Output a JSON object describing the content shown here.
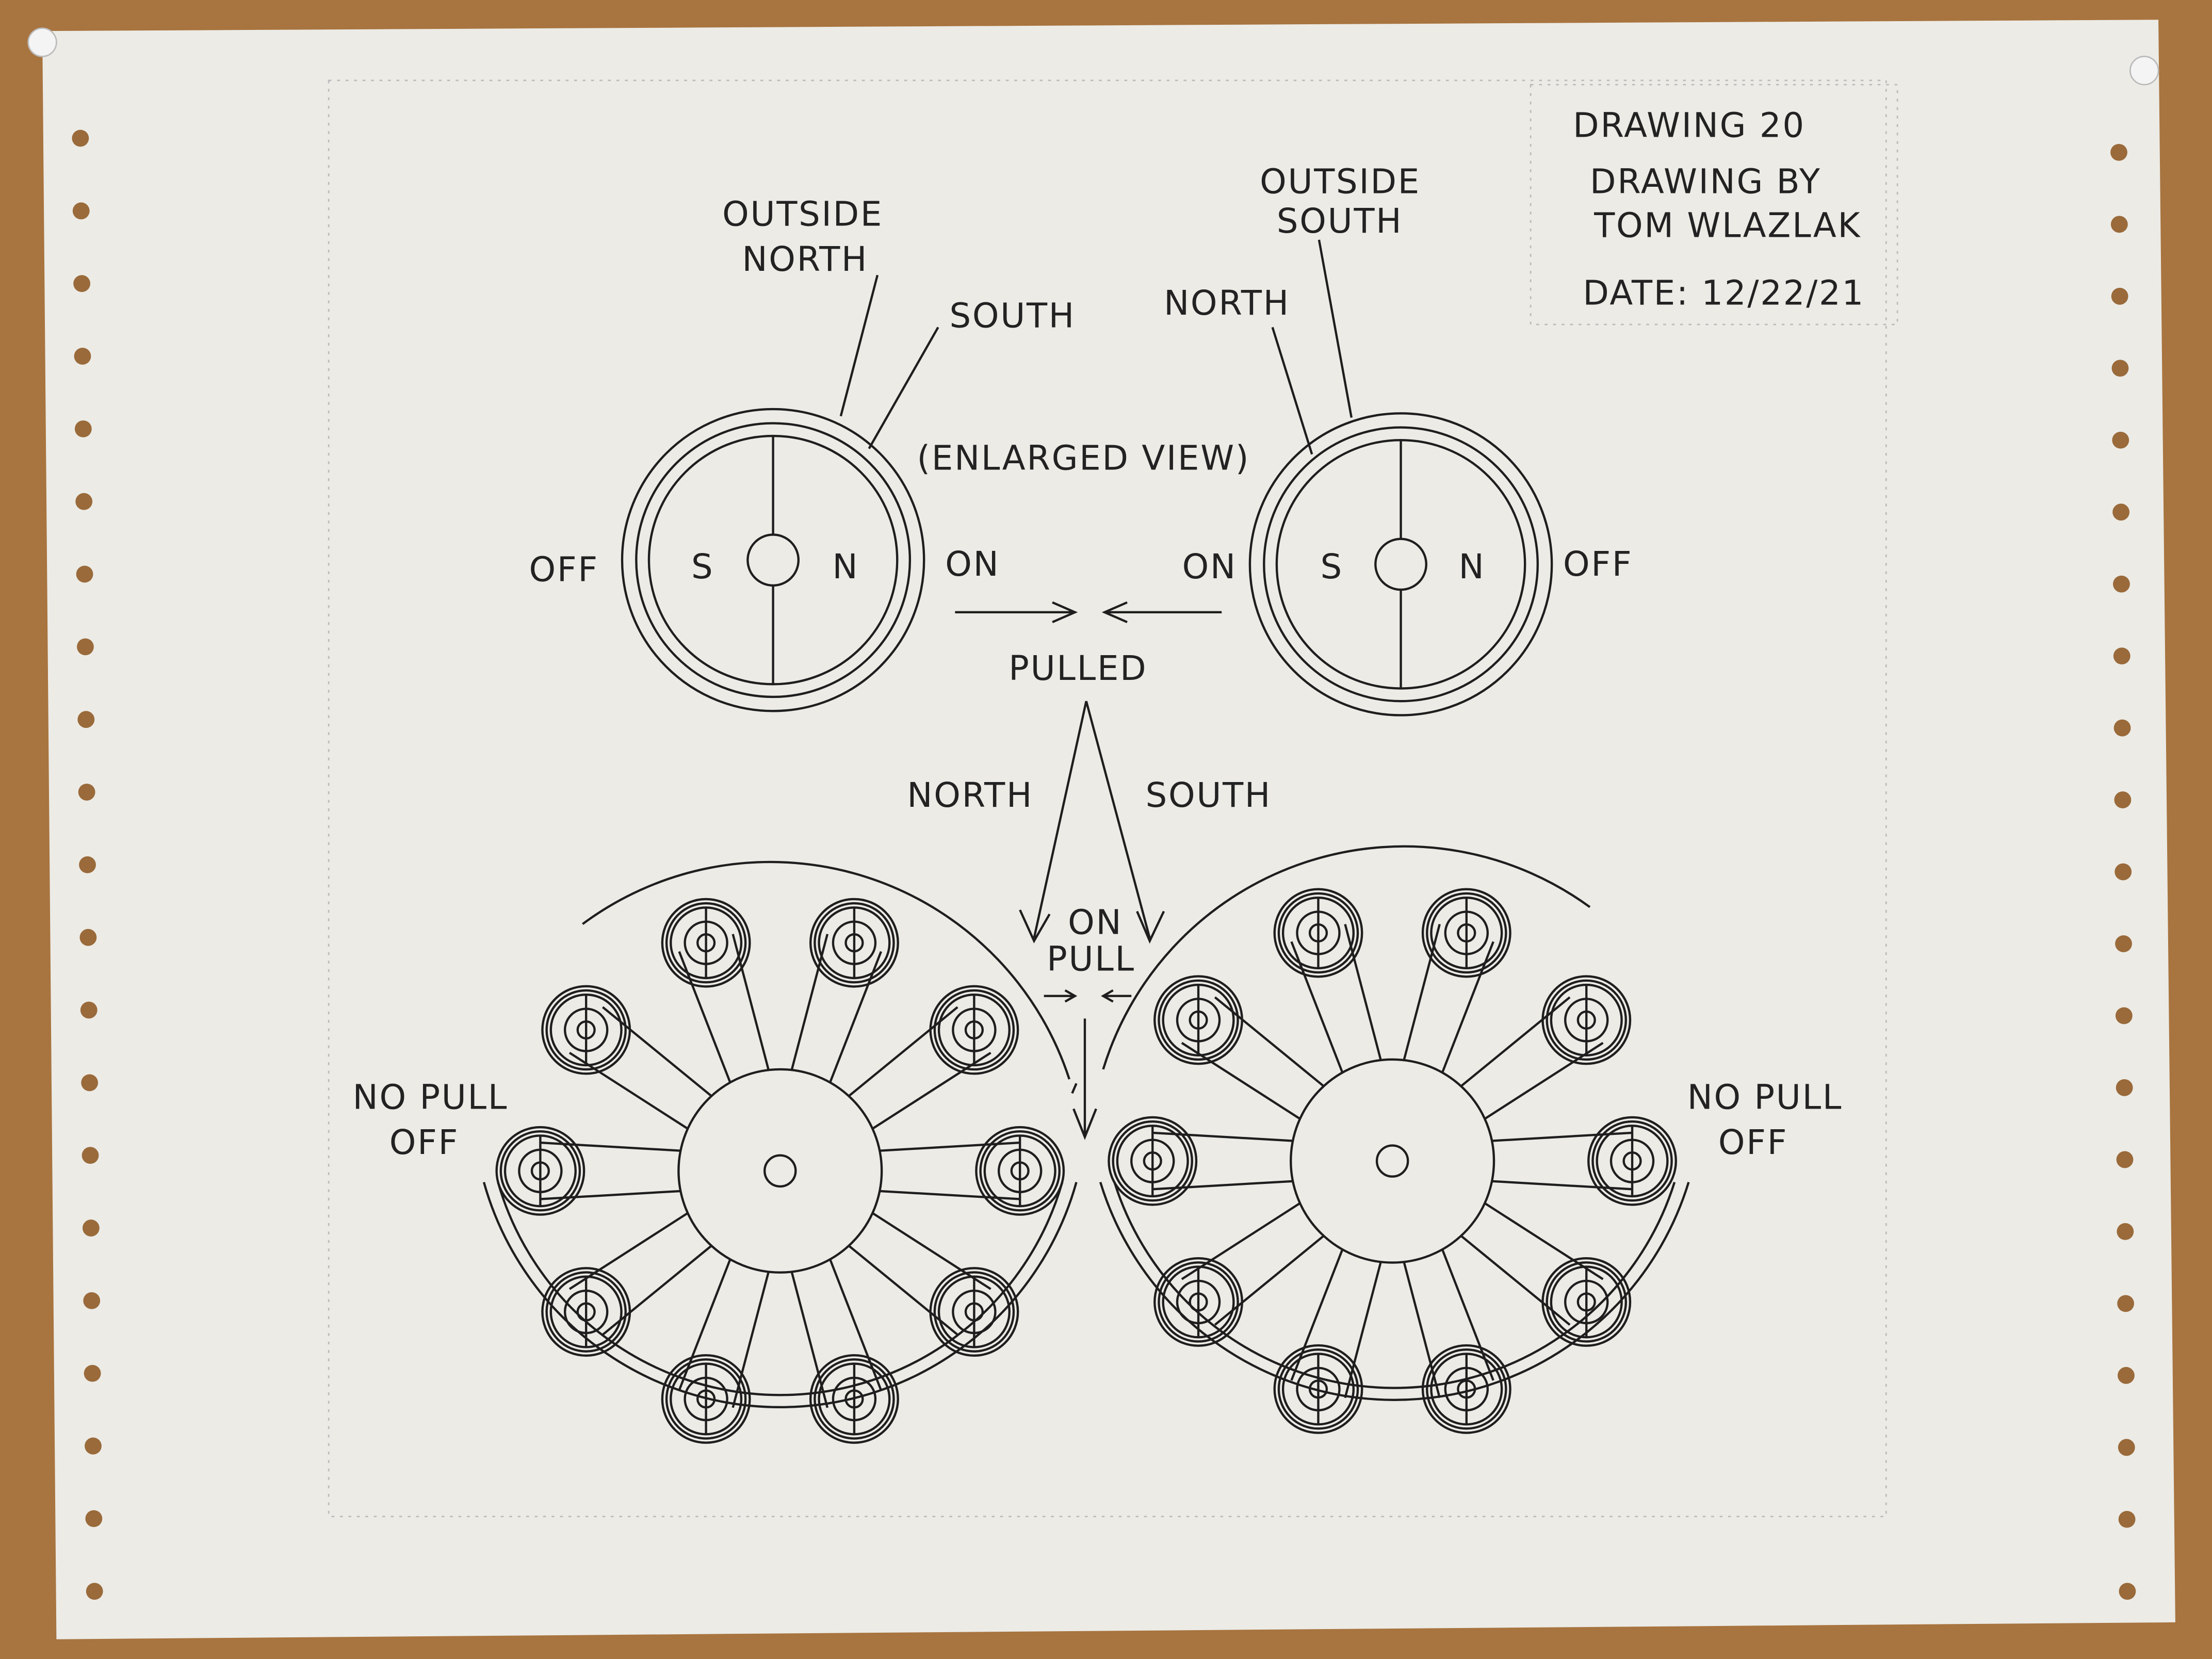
{
  "title_block": {
    "drawing_number": "DRAWING 20",
    "drawn_by_label": "DRAWING BY",
    "author": "TOM WLAZLAK",
    "date": "DATE: 12/22/21"
  },
  "enlarged_view": {
    "caption": "(ENLARGED VIEW)",
    "left_magnet": {
      "outer_label_line1": "OUTSIDE",
      "outer_label_line2": "NORTH",
      "inner_label": "SOUTH",
      "pole_left": "S",
      "pole_right": "N",
      "side_left": "OFF",
      "side_right": "ON"
    },
    "right_magnet": {
      "outer_label_line1": "OUTSIDE",
      "outer_label_line2": "SOUTH",
      "inner_label": "NORTH",
      "pole_left": "S",
      "pole_right": "N",
      "side_left": "ON",
      "side_right": "OFF"
    },
    "pulled_label": "PULLED"
  },
  "wheels": {
    "north_label": "NORTH",
    "south_label": "SOUTH",
    "on_label": "ON",
    "pull_label": "PULL",
    "left_side_line1": "NO PULL",
    "left_side_line2": "OFF",
    "right_side_line1": "NO PULL",
    "right_side_line2": "OFF",
    "magnets_per_wheel": 10
  },
  "colors": {
    "corkboard": "#a8743f",
    "paper": "#ecebe6",
    "ink": "#1e1e1e"
  }
}
